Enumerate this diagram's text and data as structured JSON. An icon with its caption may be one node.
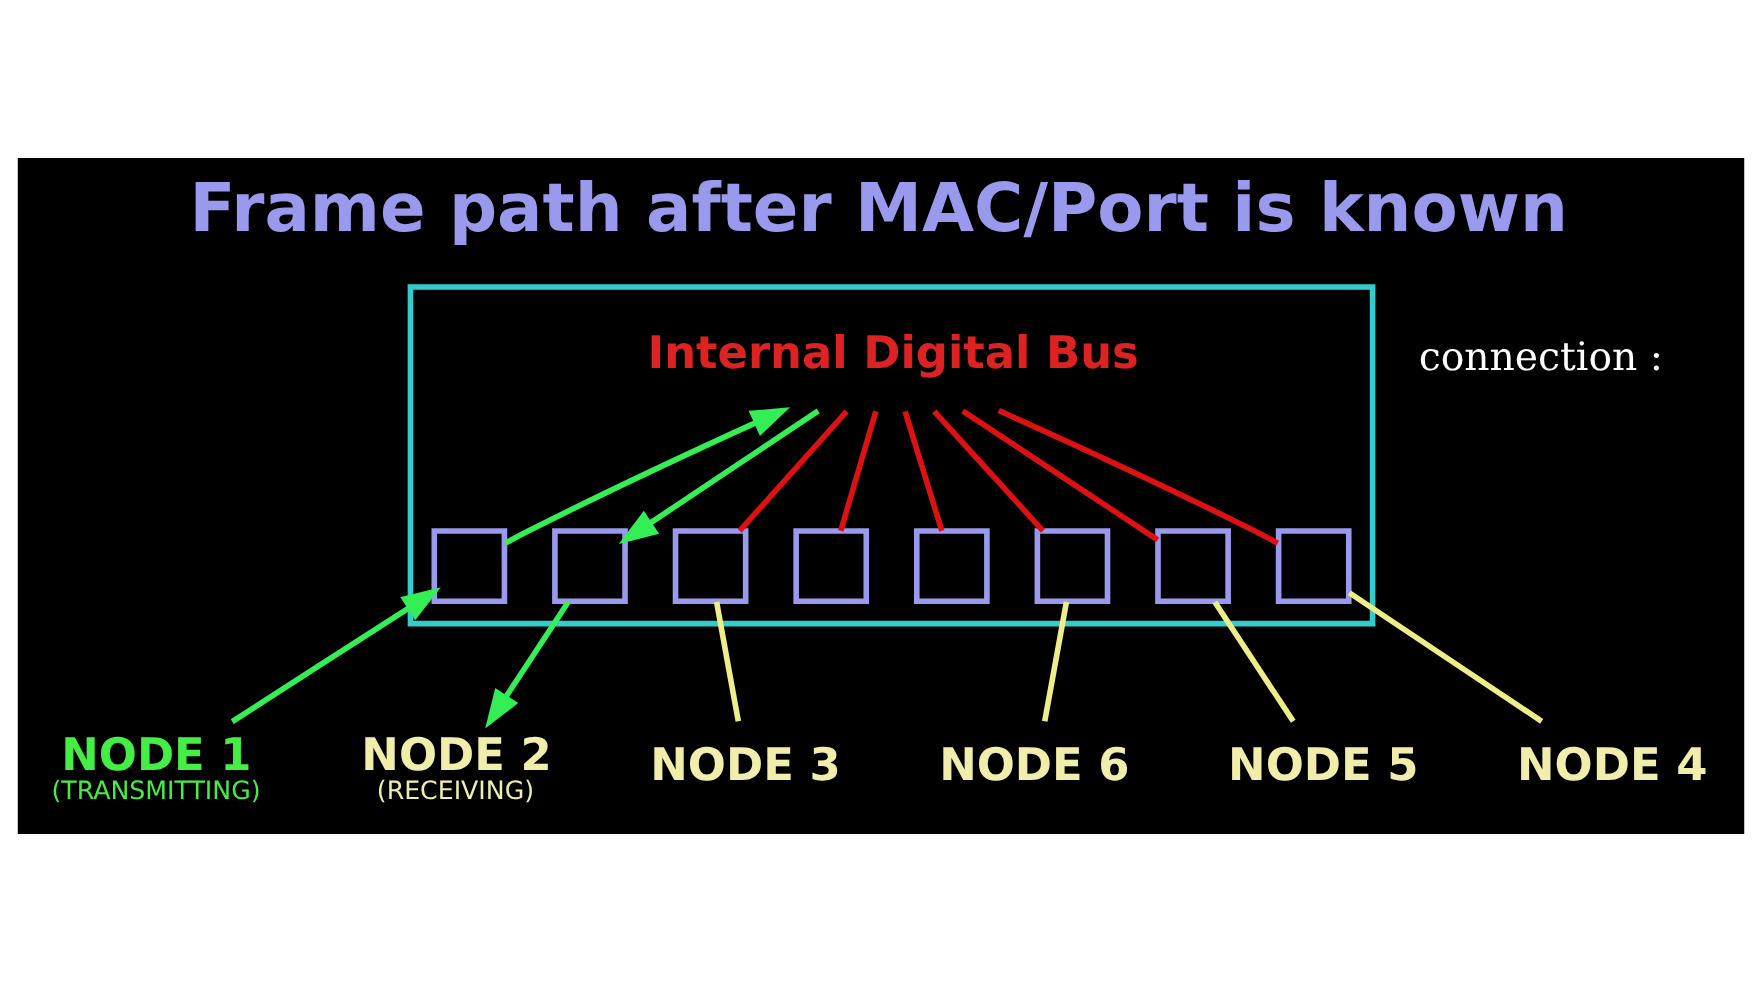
{
  "diagram": {
    "title": "Frame path after MAC/Port is known",
    "nodes": [
      {
        "text": [],
        "shape": "box"
      },
      {
        "text": [
          "Internal Digital Bus"
        ],
        "in": 0
      },
      {
        "text": [],
        "shape": "box",
        "in": 0
      },
      {
        "text": [],
        "shape": "box",
        "in": 0
      },
      {
        "text": [],
        "shape": "box",
        "in": 0
      },
      {
        "text": [],
        "shape": "box",
        "in": 0
      },
      {
        "text": [],
        "shape": "box",
        "in": 0
      },
      {
        "text": [],
        "shape": "box",
        "in": 0
      },
      {
        "text": [],
        "shape": "box",
        "in": 0
      },
      {
        "text": [],
        "shape": "box",
        "in": 0
      },
      {
        "text": [
          "NODE 1"
        ],
        "beside": [
          "(TRANSMITTING)"
        ]
      },
      {
        "text": [
          "NODE 2"
        ],
        "beside": [
          "(RECEIVING)"
        ]
      },
      {
        "text": [
          "NODE 3"
        ]
      },
      {
        "text": [
          "NODE 4"
        ]
      },
      {
        "text": [
          "NODE 5"
        ]
      },
      {
        "text": [
          "NODE 6"
        ]
      }
    ],
    "edges": [
      {
        "from": 2,
        "to": 1,
        "arrow": "to",
        "color": "#33ee55"
      },
      {
        "from": 1,
        "to": 3,
        "arrow": "to",
        "color": "#33ee55"
      },
      {
        "from": 1,
        "to": 4,
        "arrow": "none",
        "color": "#dd1111"
      },
      {
        "from": 1,
        "to": 5,
        "arrow": "none",
        "color": "#dd1111"
      },
      {
        "from": 1,
        "to": 6,
        "arrow": "none",
        "color": "#dd1111"
      },
      {
        "from": 1,
        "to": 7,
        "arrow": "none",
        "color": "#dd1111"
      },
      {
        "from": 1,
        "to": 8,
        "arrow": "none",
        "color": "#dd1111"
      },
      {
        "from": 1,
        "to": 9,
        "arrow": "none",
        "color": "#dd1111"
      },
      {
        "from": 10,
        "to": 2,
        "arrow": "to",
        "color": "#33ee55"
      },
      {
        "from": 3,
        "to": 11,
        "arrow": "to",
        "color": "#33ee55"
      },
      {
        "from": 12,
        "to": 4,
        "arrow": "none",
        "color": "#eeee88"
      },
      {
        "from": 13,
        "to": 9,
        "arrow": "none",
        "color": "#eeee88"
      },
      {
        "from": 14,
        "to": 8,
        "arrow": "none",
        "color": "#eeee88"
      },
      {
        "from": 15,
        "to": 7,
        "arrow": "none",
        "color": "#eeee88"
      }
    ],
    "labels": [
      "connection :"
    ]
  }
}
